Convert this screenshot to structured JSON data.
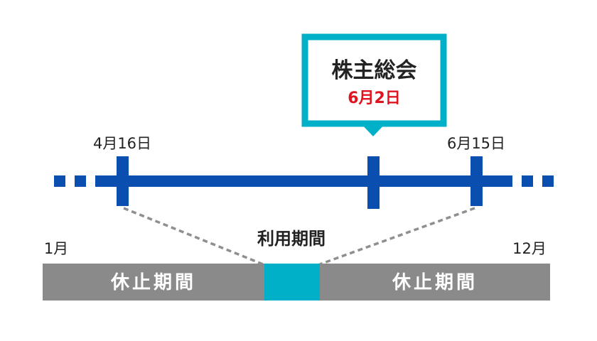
{
  "callout": {
    "title": "株主総会",
    "date": "6月2日"
  },
  "timeline": {
    "start_label": "4月16日",
    "end_label": "6月15日"
  },
  "period": {
    "usage_label": "利用期間",
    "month_start": "1月",
    "month_end": "12月",
    "suspension_label_left": "休止期間",
    "suspension_label_right": "休止期間"
  },
  "colors": {
    "timeline_blue": "#0a4fb0",
    "callout_cyan": "#00afc8",
    "date_red": "#e0141e",
    "bar_gray": "#8a8a8a",
    "dashed_gray": "#8f8f8f"
  }
}
